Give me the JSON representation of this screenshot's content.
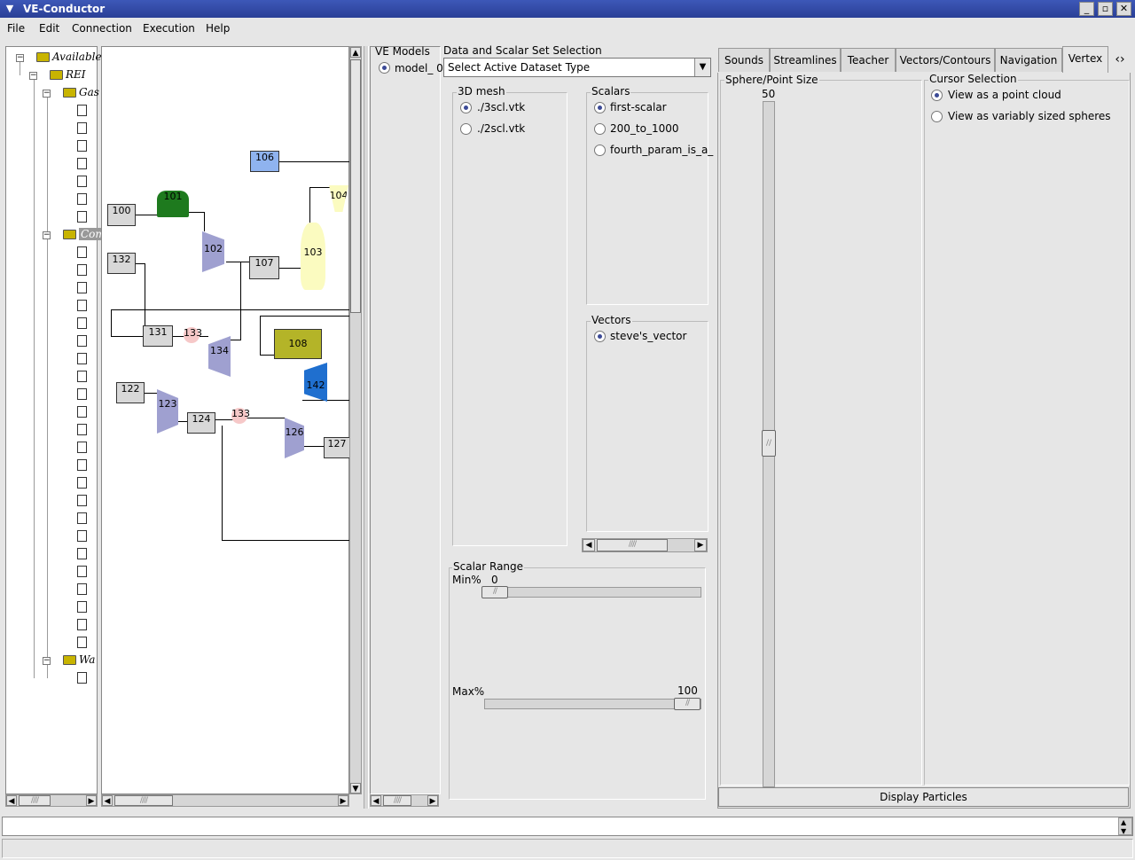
{
  "window": {
    "title": "VE-Conductor"
  },
  "menu": {
    "file": "File",
    "edit": "Edit",
    "connection": "Connection",
    "execution": "Execution",
    "help": "Help"
  },
  "tree": {
    "root": "Available",
    "rei": "REI",
    "gas": "Gas",
    "com": "Com",
    "wa": "Wa"
  },
  "network": {
    "nodes": {
      "n100": "100",
      "n101": "101",
      "n102": "102",
      "n103": "103",
      "n104": "104",
      "n106": "106",
      "n107": "107",
      "n108": "108",
      "n122": "122",
      "n123": "123",
      "n124": "124",
      "n126": "126",
      "n127": "127",
      "n131": "131",
      "n132": "132",
      "n133": "133",
      "n134": "134",
      "n138": "133",
      "n142": "142"
    }
  },
  "models": {
    "header": "VE Models",
    "item": "model_ 0"
  },
  "dataset": {
    "header": "Data and Scalar Set Selection",
    "select_value": "Select Active Dataset Type",
    "mesh_header": "3D mesh",
    "meshes": [
      "./3scl.vtk",
      "./2scl.vtk"
    ],
    "scalars_header": "Scalars",
    "scalars": [
      "first-scalar",
      "200_to_1000",
      "fourth_param_is_a_"
    ],
    "vectors_header": "Vectors",
    "vectors": [
      "steve's_vector"
    ],
    "range_header": "Scalar Range",
    "min_label": "Min%",
    "min_value": "0",
    "max_label": "Max%",
    "max_value": "100"
  },
  "tabs": {
    "items": [
      "Sounds",
      "Streamlines",
      "Teacher",
      "Vectors/Contours",
      "Navigation",
      "Vertex"
    ],
    "active": "Vertex"
  },
  "vertex": {
    "size_header": "Sphere/Point Size",
    "size_value": "50",
    "cursor_header": "Cursor Selection",
    "options": [
      "View as a point cloud",
      "View as variably sized spheres"
    ],
    "display_button": "Display Particles"
  },
  "colors": {
    "titlebar": "#2f47a3",
    "node_purple": "#9fa0d0",
    "node_green": "#1e7a1e",
    "node_olive": "#b4b428",
    "node_blue": "#1f6fcf",
    "node_light": "#8fb3ef"
  }
}
